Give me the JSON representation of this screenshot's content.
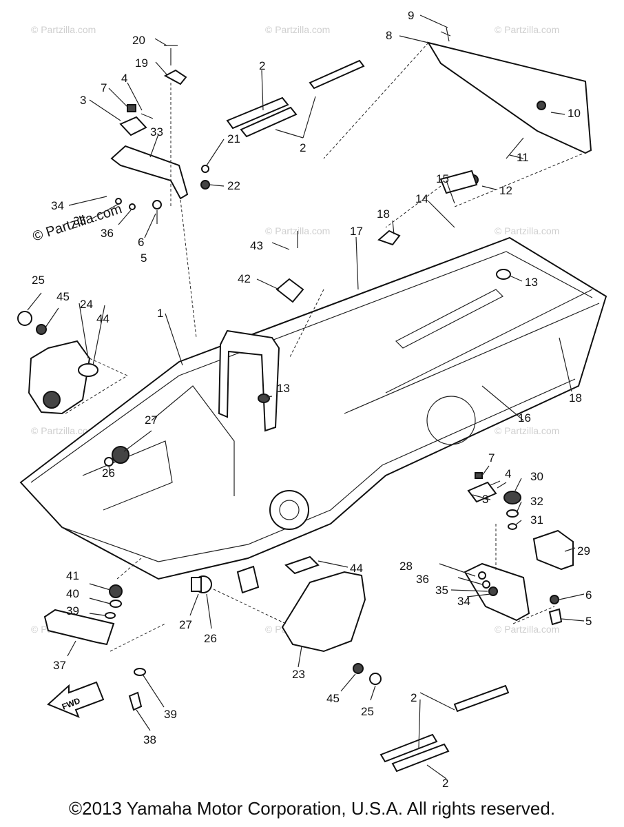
{
  "diagram": {
    "watermark_text": "© Partzilla.com",
    "fwd_label": "FWD",
    "callouts": {
      "c1": "1",
      "c2a": "2",
      "c2b": "2",
      "c2c": "2",
      "c2d": "2",
      "c3a": "3",
      "c3b": "3",
      "c4a": "4",
      "c4b": "4",
      "c5a": "5",
      "c5b": "5",
      "c6a": "6",
      "c6b": "6",
      "c7a": "7",
      "c7b": "7",
      "c8": "8",
      "c9": "9",
      "c10": "10",
      "c11": "11",
      "c12": "12",
      "c13a": "13",
      "c13b": "13",
      "c14": "14",
      "c15": "15",
      "c16": "16",
      "c17": "17",
      "c18a": "18",
      "c18b": "18",
      "c19": "19",
      "c20": "20",
      "c21": "21",
      "c22": "22",
      "c23": "23",
      "c24": "24",
      "c25a": "25",
      "c25b": "25",
      "c26a": "26",
      "c26b": "26",
      "c27a": "27",
      "c27b": "27",
      "c28": "28",
      "c29": "29",
      "c30": "30",
      "c31": "31",
      "c32": "32",
      "c33": "33",
      "c34a": "34",
      "c34b": "34",
      "c35a": "35",
      "c35b": "35",
      "c36a": "36",
      "c36b": "36",
      "c37": "37",
      "c38": "38",
      "c39a": "39",
      "c39b": "39",
      "c40": "40",
      "c41": "41",
      "c42": "42",
      "c43": "43",
      "c44a": "44",
      "c44b": "44",
      "c45a": "45",
      "c45b": "45"
    }
  },
  "footer": {
    "copyright": "©2013 Yamaha Motor Corporation, U.S.A. All rights reserved."
  }
}
